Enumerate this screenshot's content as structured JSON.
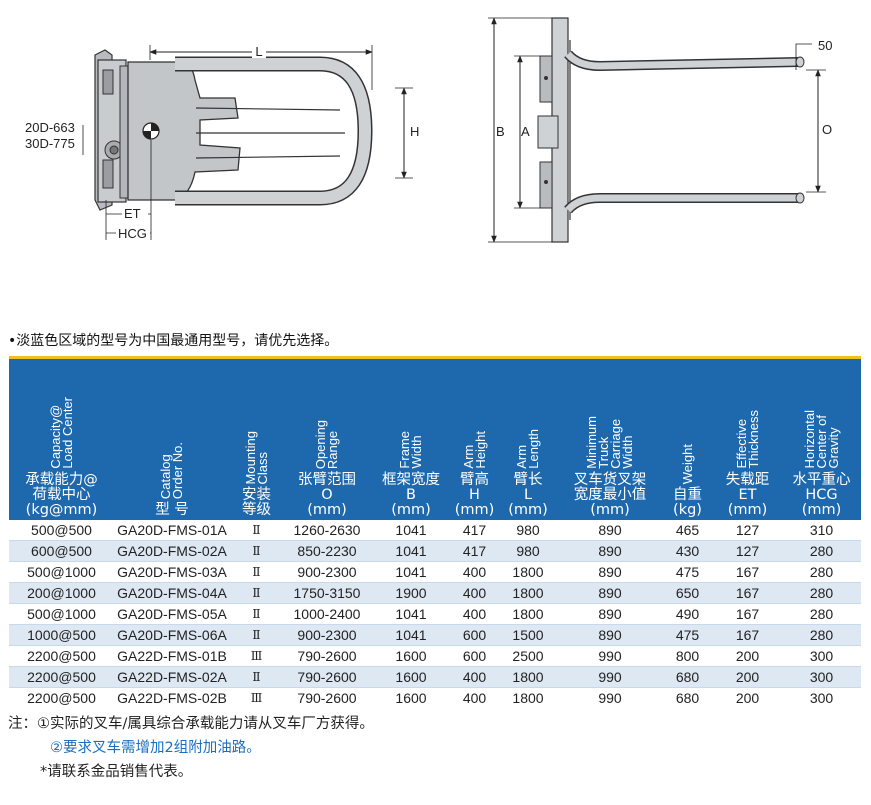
{
  "drawing_labels": {
    "side": {
      "L": "L",
      "H": "H",
      "ET": "ET",
      "HCG": "HCG",
      "model_a": "20D-663",
      "model_b": "30D-775"
    },
    "top": {
      "B": "B",
      "A": "A",
      "O": "O",
      "fifty": "50"
    }
  },
  "note": "•淡蓝色区域的型号为中国最通用型号，请优先选择。",
  "table": {
    "columns": [
      {
        "en": "Capacity@\nLoad Center",
        "zh": "承载能力@\n荷载中心\n(kg@mm)"
      },
      {
        "en": "Catalog\nOrder No.",
        "zh": "型 号"
      },
      {
        "en": "Mounting\nClass",
        "zh": "安装\n等级"
      },
      {
        "en": "Opening\nRange",
        "zh": "张臂范围\nO\n(mm)"
      },
      {
        "en": "Frame\nWidth",
        "zh": "框架宽度\nB\n(mm)"
      },
      {
        "en": "Arm\nHeight",
        "zh": "臂高\nH\n(mm)"
      },
      {
        "en": "Arm\nLength",
        "zh": "臂长\nL\n(mm)"
      },
      {
        "en": "Minimum\nTruck\nCarriage\nWidth",
        "zh": "叉车货叉架\n宽度最小值\n(mm)"
      },
      {
        "en": "Weight",
        "zh": "自重\n(kg)"
      },
      {
        "en": "Effective\nThickness",
        "zh": "失载距\nET\n(mm)"
      },
      {
        "en": "Horizontal\nCenter of\nGravity",
        "zh": "水平重心\nHCG\n(mm)"
      }
    ],
    "rows": [
      [
        "500@500",
        "GA20D-FMS-01A",
        "Ⅱ",
        "1260-2630",
        "1041",
        "417",
        "980",
        "890",
        "465",
        "127",
        "310"
      ],
      [
        "600@500",
        "GA20D-FMS-02A",
        "Ⅱ",
        "850-2230",
        "1041",
        "417",
        "980",
        "890",
        "430",
        "127",
        "280"
      ],
      [
        "500@1000",
        "GA20D-FMS-03A",
        "Ⅱ",
        "900-2300",
        "1041",
        "400",
        "1800",
        "890",
        "475",
        "167",
        "280"
      ],
      [
        "200@1000",
        "GA20D-FMS-04A",
        "Ⅱ",
        "1750-3150",
        "1900",
        "400",
        "1800",
        "890",
        "650",
        "167",
        "280"
      ],
      [
        "500@1000",
        "GA20D-FMS-05A",
        "Ⅱ",
        "1000-2400",
        "1041",
        "400",
        "1800",
        "890",
        "490",
        "167",
        "280"
      ],
      [
        "1000@500",
        "GA20D-FMS-06A",
        "Ⅱ",
        "900-2300",
        "1041",
        "600",
        "1500",
        "890",
        "475",
        "167",
        "280"
      ],
      [
        "2200@500",
        "GA22D-FMS-01B",
        "Ⅲ",
        "790-2600",
        "1600",
        "600",
        "2500",
        "990",
        "800",
        "200",
        "300"
      ],
      [
        "2200@500",
        "GA22D-FMS-02A",
        "Ⅱ",
        "790-2600",
        "1600",
        "400",
        "1800",
        "990",
        "680",
        "200",
        "300"
      ],
      [
        "2200@500",
        "GA22D-FMS-02B",
        "Ⅲ",
        "790-2600",
        "1600",
        "400",
        "1800",
        "990",
        "680",
        "200",
        "300"
      ]
    ]
  },
  "footnotes": {
    "line1": "注：①实际的叉车/属具综合承载能力请从叉车厂方获得。",
    "line2": "②要求叉车需增加2组附加油路。",
    "line3": "*请联系金品销售代表。"
  }
}
